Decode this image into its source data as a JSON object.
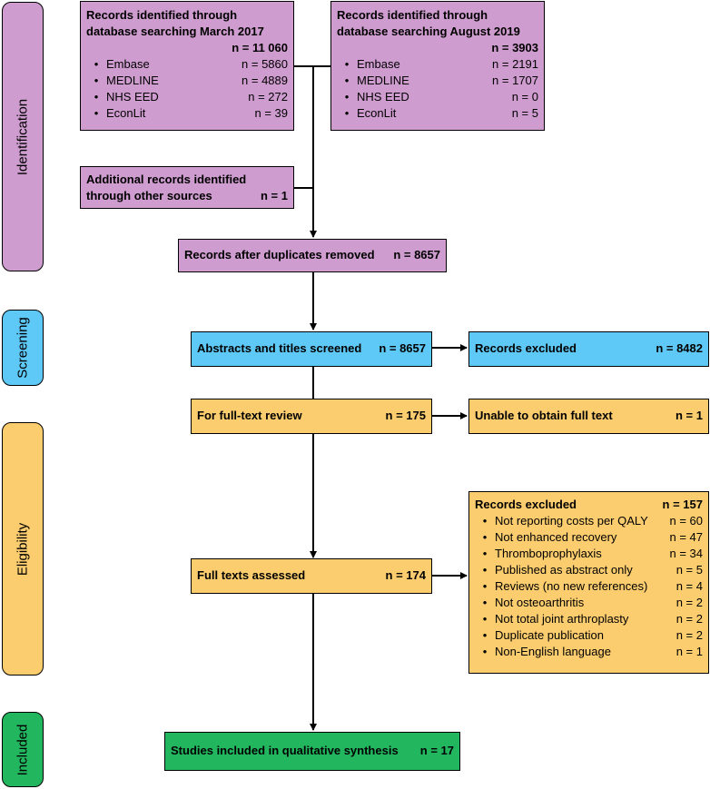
{
  "stages": {
    "identification": "Identification",
    "screening": "Screening",
    "eligibility": "Eligibility",
    "included": "Included"
  },
  "db_march": {
    "title_line1": "Records identified through",
    "title_line2": "database searching March 2017",
    "total": "n = 11 060",
    "items": [
      {
        "label": "Embase",
        "n": "n = 5860"
      },
      {
        "label": "MEDLINE",
        "n": "n = 4889"
      },
      {
        "label": "NHS EED",
        "n": "n = 272"
      },
      {
        "label": "EconLit",
        "n": "n = 39"
      }
    ]
  },
  "db_august": {
    "title_line1": "Records identified through",
    "title_line2": "database searching August 2019",
    "total": "n = 3903",
    "items": [
      {
        "label": "Embase",
        "n": "n = 2191"
      },
      {
        "label": "MEDLINE",
        "n": "n = 1707"
      },
      {
        "label": "NHS EED",
        "n": "n = 0"
      },
      {
        "label": "EconLit",
        "n": "n = 5"
      }
    ]
  },
  "additional": {
    "line1": "Additional records identified",
    "line2": "through other sources",
    "n": "n = 1"
  },
  "duplicates": {
    "label": "Records after duplicates removed",
    "n": "n = 8657"
  },
  "screened": {
    "label": "Abstracts and titles screened",
    "n": "n = 8657"
  },
  "excluded_screen": {
    "label": "Records excluded",
    "n": "n = 8482"
  },
  "fulltext_review": {
    "label": "For full-text review",
    "n": "n = 175"
  },
  "unable": {
    "label": "Unable to obtain full text",
    "n": "n = 1"
  },
  "assessed": {
    "label": "Full texts assessed",
    "n": "n = 174"
  },
  "excluded_full": {
    "title": "Records excluded",
    "total": "n = 157",
    "items": [
      {
        "label": "Not reporting costs per QALY",
        "n": "n = 60"
      },
      {
        "label": "Not enhanced recovery",
        "n": "n = 47"
      },
      {
        "label": "Thromboprophylaxis",
        "n": "n = 34"
      },
      {
        "label": "Published as abstract only",
        "n": "n = 5"
      },
      {
        "label": "Reviews (no new references)",
        "n": "n = 4"
      },
      {
        "label": "Not osteoarthritis",
        "n": "n = 2"
      },
      {
        "label": "Not total joint arthroplasty",
        "n": "n = 2"
      },
      {
        "label": "Duplicate publication",
        "n": "n = 2"
      },
      {
        "label": "Non-English language",
        "n": "n = 1"
      }
    ]
  },
  "included": {
    "label": "Studies included in qualitative synthesis",
    "n": "n = 17"
  },
  "colors": {
    "identification": "#cf9ccf",
    "screening": "#5ec8f7",
    "eligibility": "#fccd6e",
    "included": "#22b75f",
    "line": "#000000"
  }
}
